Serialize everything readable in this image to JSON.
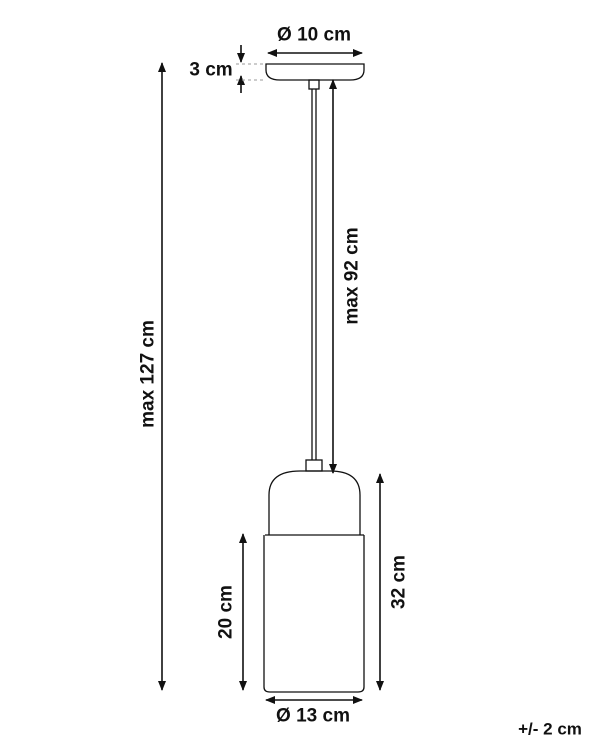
{
  "labels": {
    "canopy_diameter": "Ø 10 cm",
    "canopy_height": "3 cm",
    "total_height": "max 127 cm",
    "cord_length": "max 92 cm",
    "shade_height": "32 cm",
    "glass_height": "20 cm",
    "shade_diameter": "Ø 13 cm",
    "tolerance": "+/- 2 cm"
  },
  "colors": {
    "line": "#111111",
    "dashed": "#9a9a9a",
    "background": "#ffffff"
  }
}
